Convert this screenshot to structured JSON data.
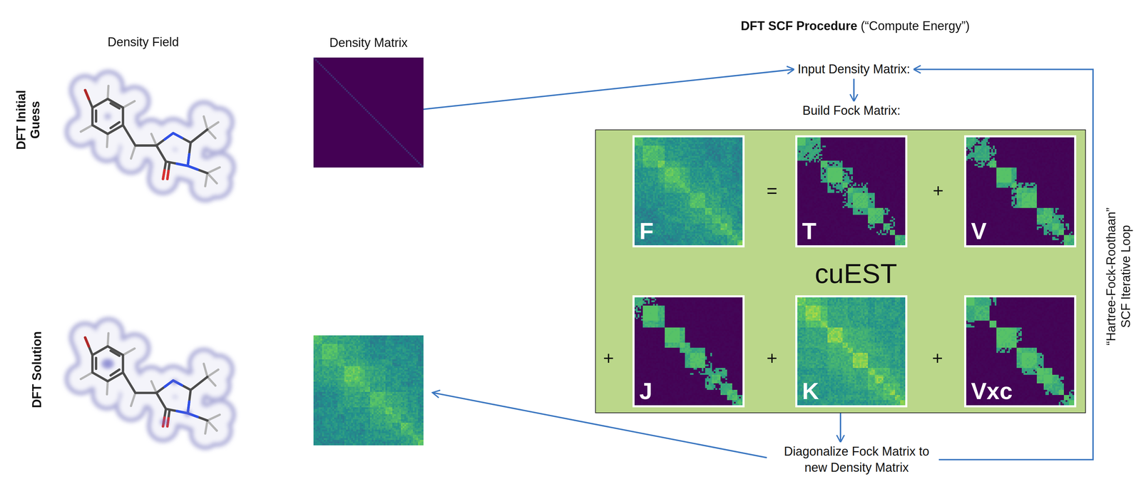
{
  "diagram": {
    "title": "DFT SCF Procedure",
    "nodes": [
      {
        "text": [
          "Density Matrix"
        ]
      },
      {
        "text": [
          "Input Density Matrix:"
        ]
      },
      {
        "text": [
          "Build Fock Matrix:"
        ]
      },
      {
        "text": [
          "cuEST"
        ]
      },
      {
        "text": [
          "F"
        ],
        "in": 3
      },
      {
        "text": [
          "T"
        ],
        "in": 3
      },
      {
        "text": [
          "V"
        ],
        "in": 3
      },
      {
        "text": [
          "J"
        ],
        "in": 3
      },
      {
        "text": [
          "K"
        ],
        "in": 3
      },
      {
        "text": [
          "Vxc"
        ],
        "in": 3
      },
      {
        "text": [
          "Diagonalize Fock Matrix to new Density Matrix"
        ]
      }
    ],
    "edges": [
      {
        "from": 0,
        "to": 1,
        "arrow": "to"
      },
      {
        "from": 1,
        "to": 2,
        "arrow": "to"
      },
      {
        "from": 3,
        "to": 10,
        "arrow": "to"
      },
      {
        "from": 10,
        "to": 1,
        "arrow": "to",
        "label": "“Hartree-Fock-Roothaan” SCF Iterative Loop"
      }
    ],
    "labels": [
      "(“Compute Energy”)",
      "Density Field",
      "DFT Initial Guess",
      "DFT Solution",
      "=",
      "+",
      "+",
      "+",
      "+"
    ]
  }
}
